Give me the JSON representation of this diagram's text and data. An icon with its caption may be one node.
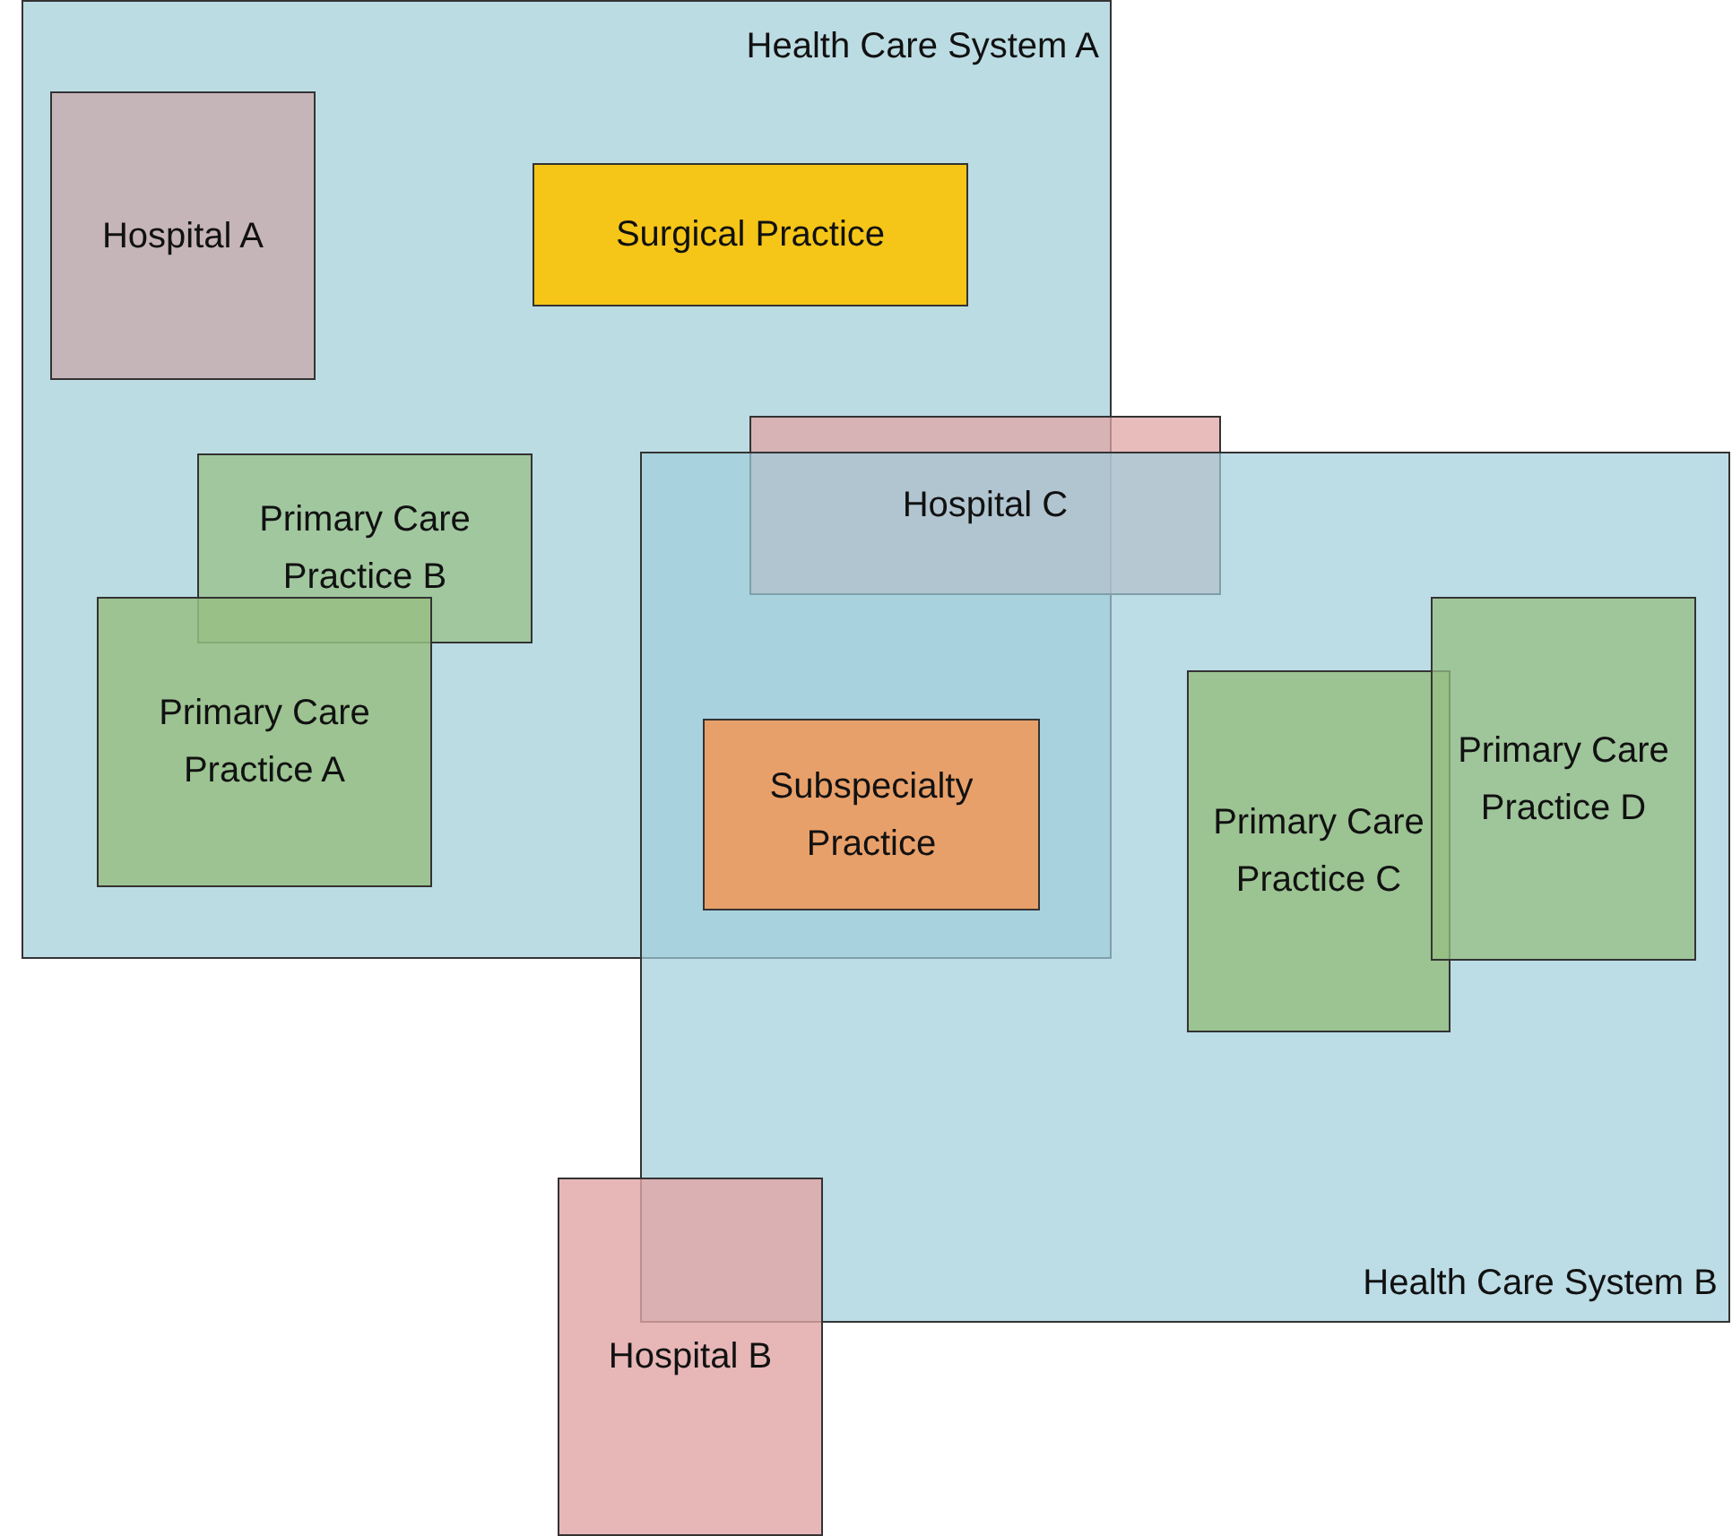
{
  "diagram": {
    "nodes": [
      {
        "text": [
          "Health Care System A"
        ]
      },
      {
        "text": [
          "Hospital A"
        ],
        "in": 0
      },
      {
        "text": [
          "Surgical Practice"
        ],
        "in": 0
      },
      {
        "text": [
          "Primary Care Practice B"
        ],
        "in": 0
      },
      {
        "text": [
          "Primary Care Practice A"
        ],
        "in": 0
      },
      {
        "text": [
          "Hospital C"
        ]
      },
      {
        "text": [
          "Health Care System B"
        ]
      },
      {
        "text": [
          "Subspecialty Practice"
        ]
      },
      {
        "text": [
          "Primary Care Practice C"
        ],
        "in": 6
      },
      {
        "text": [
          "Primary Care Practice D"
        ],
        "in": 6
      },
      {
        "text": [
          "Hospital B"
        ]
      }
    ]
  }
}
